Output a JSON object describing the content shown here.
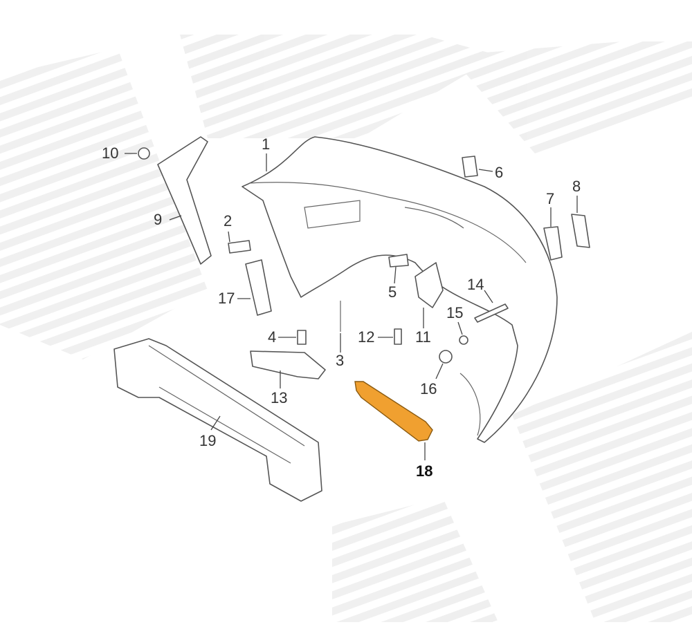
{
  "diagram": {
    "title": "Rear bumper assembly exploded parts diagram",
    "highlight_color": "#F0A030",
    "callouts": [
      {
        "id": "1",
        "label": "1"
      },
      {
        "id": "2",
        "label": "2"
      },
      {
        "id": "3",
        "label": "3"
      },
      {
        "id": "4",
        "label": "4"
      },
      {
        "id": "5",
        "label": "5"
      },
      {
        "id": "6",
        "label": "6"
      },
      {
        "id": "7",
        "label": "7"
      },
      {
        "id": "8",
        "label": "8"
      },
      {
        "id": "9",
        "label": "9"
      },
      {
        "id": "10",
        "label": "10"
      },
      {
        "id": "11",
        "label": "11"
      },
      {
        "id": "12",
        "label": "12"
      },
      {
        "id": "13",
        "label": "13"
      },
      {
        "id": "14",
        "label": "14"
      },
      {
        "id": "15",
        "label": "15"
      },
      {
        "id": "16",
        "label": "16"
      },
      {
        "id": "17",
        "label": "17"
      },
      {
        "id": "18",
        "label": "18",
        "highlighted": true
      },
      {
        "id": "19",
        "label": "19"
      }
    ]
  }
}
